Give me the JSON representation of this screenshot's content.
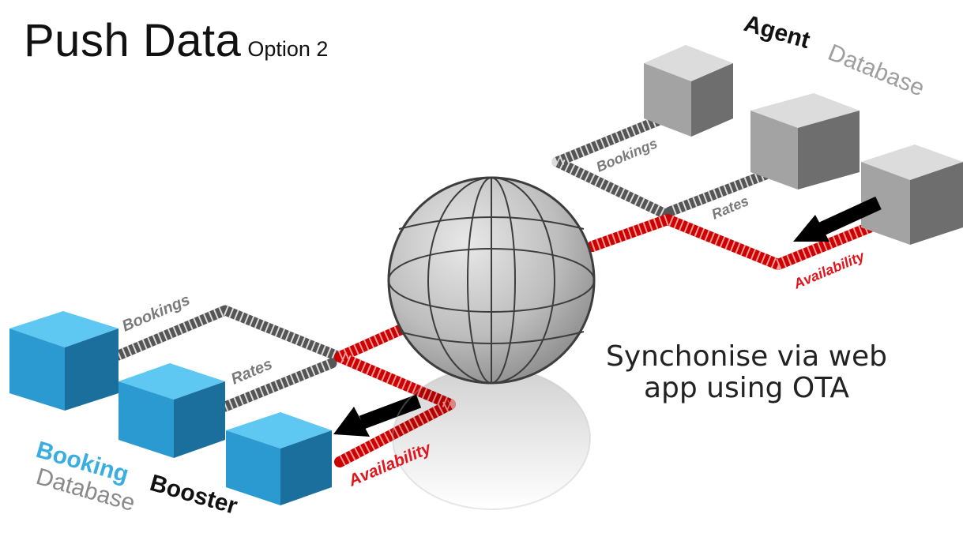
{
  "title": {
    "main": "Push Data",
    "option": "Option 2"
  },
  "caption": "Synchonise via web app using OTA",
  "agent": {
    "name_bold": "Agent",
    "name_rest": "Database"
  },
  "booster": {
    "word1": "Booking",
    "word2": "Booster",
    "word3": "Database"
  },
  "links": {
    "bookings": "Bookings",
    "rates": "Rates",
    "availability": "Availability"
  },
  "colors": {
    "accent_blue": "#3aaee0",
    "availability_red": "#e3141b",
    "link_gray": "#6f6f6f",
    "agent_gray": "#9e9e9e"
  }
}
